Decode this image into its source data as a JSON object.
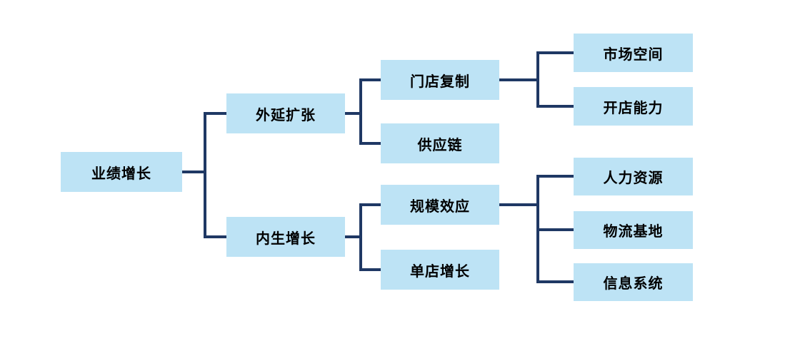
{
  "colors": {
    "node_fill": "#BDE3F5",
    "node_text": "#000000",
    "connector": "#1F3864",
    "background": "#FFFFFF"
  },
  "diagram": {
    "type": "tree",
    "orientation": "left-to-right",
    "root": {
      "label": "业绩增长",
      "children": [
        {
          "label": "外延扩张",
          "children": [
            {
              "label": "门店复制",
              "children": [
                {
                  "label": "市场空间",
                  "children": []
                },
                {
                  "label": "开店能力",
                  "children": []
                }
              ]
            },
            {
              "label": "供应链",
              "children": []
            }
          ]
        },
        {
          "label": "内生增长",
          "children": [
            {
              "label": "规模效应",
              "children": [
                {
                  "label": "人力资源",
                  "children": []
                },
                {
                  "label": "物流基地",
                  "children": []
                },
                {
                  "label": "信息系统",
                  "children": []
                }
              ]
            },
            {
              "label": "单店增长",
              "children": []
            }
          ]
        }
      ]
    }
  }
}
